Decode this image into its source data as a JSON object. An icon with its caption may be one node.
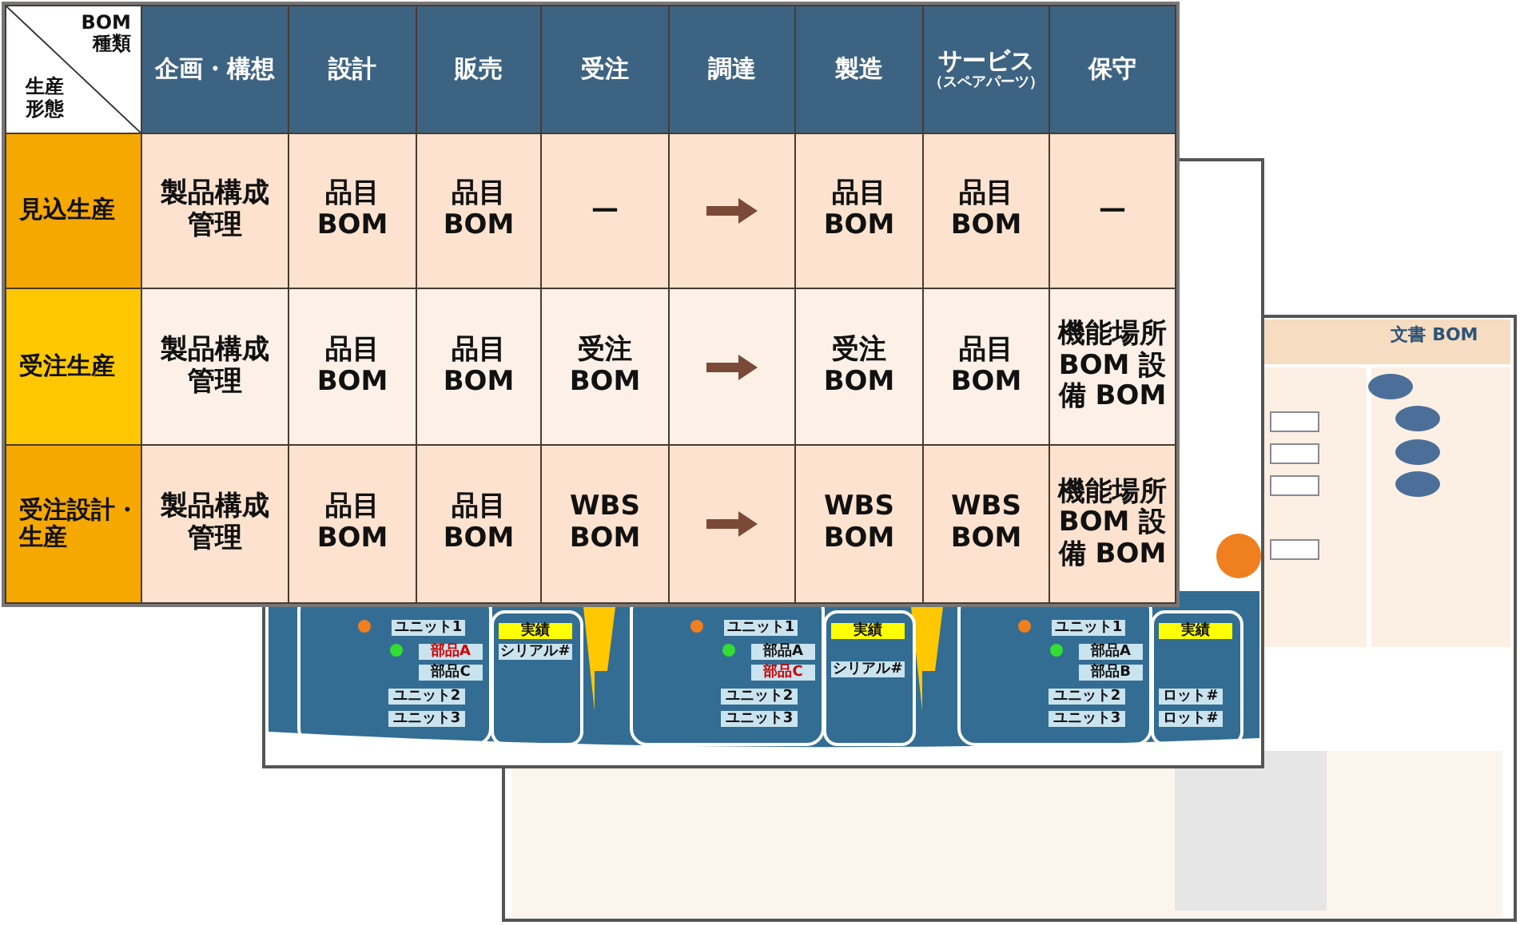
{
  "diagram": {
    "labels": [
      "BOM 種類",
      "生産形態",
      "企画・構想",
      "設計",
      "販売",
      "受注",
      "調達",
      "製造",
      "サービス",
      "（スペアパーツ）",
      "保守",
      "見込生産",
      "製品構成管理",
      "品目 BOM",
      "品目 BOM",
      "—",
      "品目 BOM",
      "品目 BOM",
      "—",
      "受注生産",
      "製品構成管理",
      "品目 BOM",
      "品目 BOM",
      "受注 BOM",
      "受注 BOM",
      "品目 BOM",
      "機能場所 BOM 設備 BOM",
      "受注設計・生産",
      "製品構成管理",
      "品目 BOM",
      "品目 BOM",
      "WBS BOM",
      "WBS BOM",
      "WBS BOM",
      "機能場所 BOM 設備 BOM",
      "ユニット1",
      "部品A",
      "部品C",
      "ユニット2",
      "ユニット3",
      "実績",
      "シリアル#",
      "ユニット1",
      "部品A",
      "部品C",
      "ユニット2",
      "ユニット3",
      "実績",
      "シリアル#",
      "ユニット1",
      "部品A",
      "部品B",
      "ユニット2",
      "ユニット3",
      "実績",
      "ロット#",
      "ロット#",
      "文書 BOM"
    ]
  }
}
